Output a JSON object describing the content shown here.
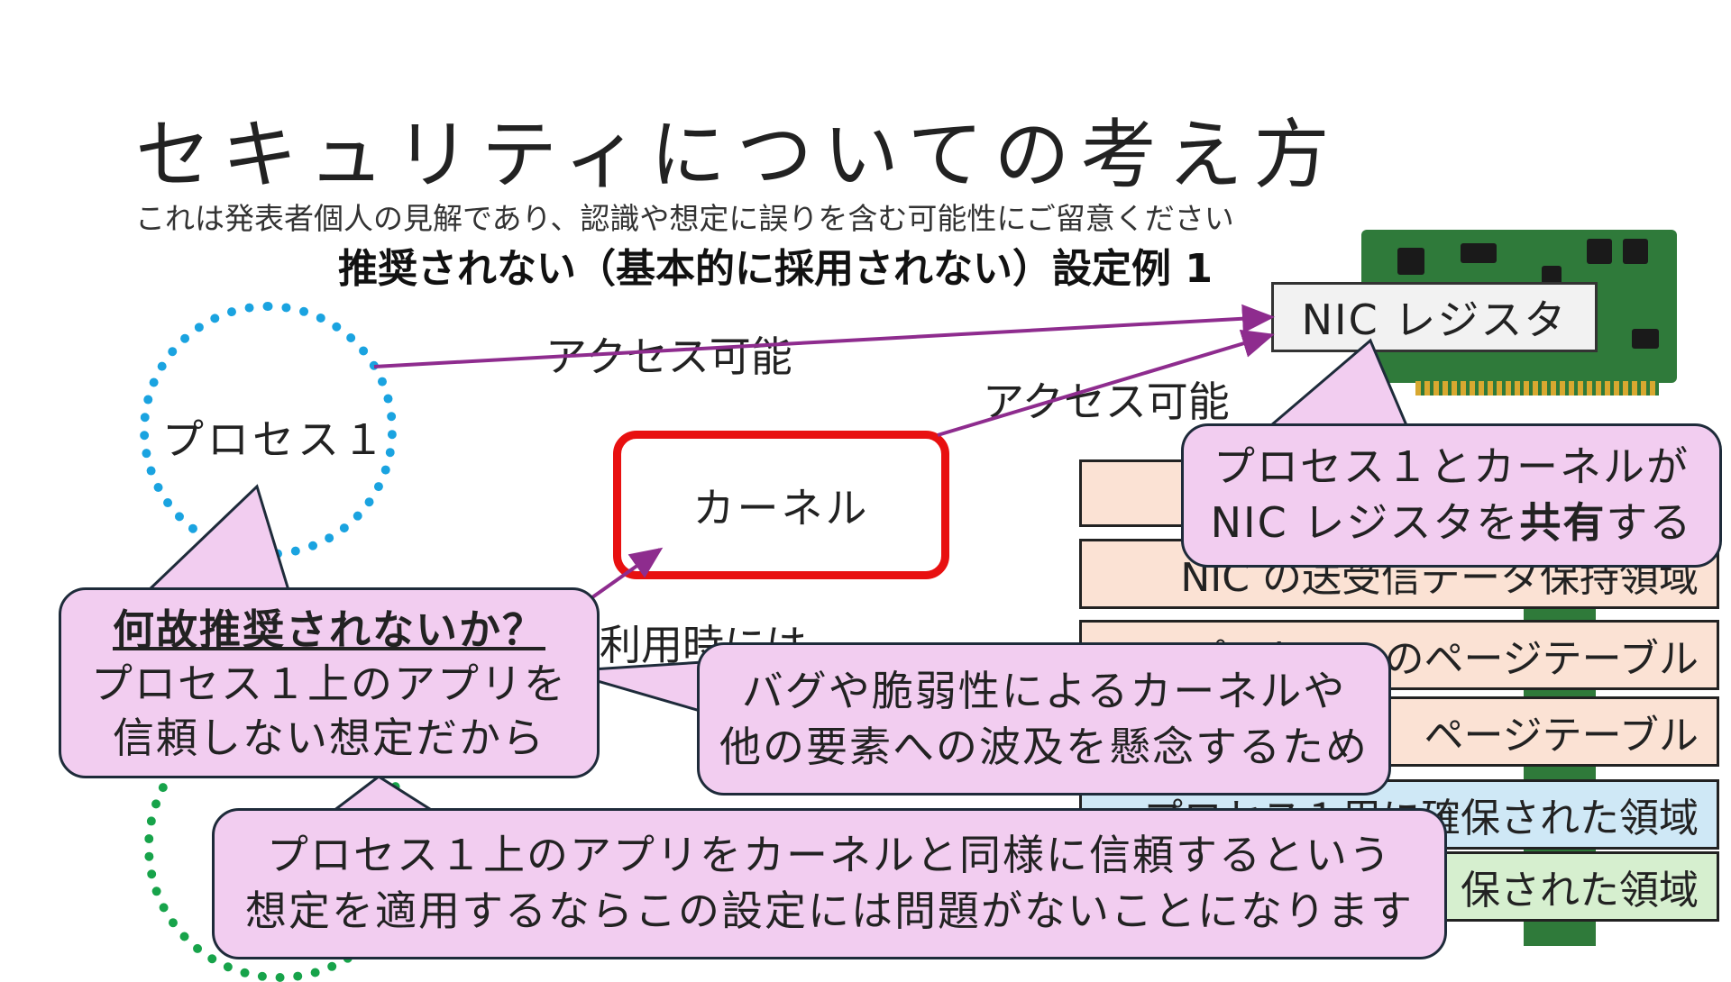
{
  "title": "セキュリティについての考え方",
  "subtitle": "これは発表者個人の見解であり、認識や想定に誤りを含む可能性にご留意ください",
  "heading": "推奨されない（基本的に採用されない）設定例 1",
  "nodes": {
    "process1": "プロセス１",
    "kernel": "カーネル",
    "nic_register": "NIC レジスタ"
  },
  "edge_labels": {
    "proc_to_nic": "アクセス可能",
    "kernel_to_nic": "アクセス可能",
    "kernel_use": "利用時には"
  },
  "memory_rows": [
    {
      "text": "",
      "color": "peach"
    },
    {
      "text": "NIC の送受信データ保持領域",
      "color": "peach"
    },
    {
      "text": "プロセス１のページテーブル",
      "color": "peach"
    },
    {
      "text": "ページテーブル",
      "color": "peach"
    },
    {
      "text": "プロセス１用に確保された領域",
      "color": "blue"
    },
    {
      "text": "保された領域",
      "color": "green"
    }
  ],
  "callouts": {
    "shared": {
      "line1": "プロセス１とカーネルが",
      "line2_pre": "NIC レジスタを",
      "line2_bold": "共有",
      "line2_post": "する"
    },
    "why": {
      "title": "何故推奨されないか？",
      "line1": "プロセス１上のアプリを",
      "line2": "信頼しない想定だから"
    },
    "bug": {
      "line1": "バグや脆弱性によるカーネルや",
      "line2": "他の要素への波及を懸念するため"
    },
    "ok": {
      "line1": "プロセス１上のアプリをカーネルと同様に信頼するという",
      "line2": "想定を適用するならこの設定には問題がないことになります"
    }
  },
  "colors": {
    "process1_border": "#1aa3e0",
    "process2_border": "#17a34a",
    "kernel_border": "#e81010",
    "arrow": "#8e2c8e",
    "bubble_fill": "#f2cdf0"
  }
}
